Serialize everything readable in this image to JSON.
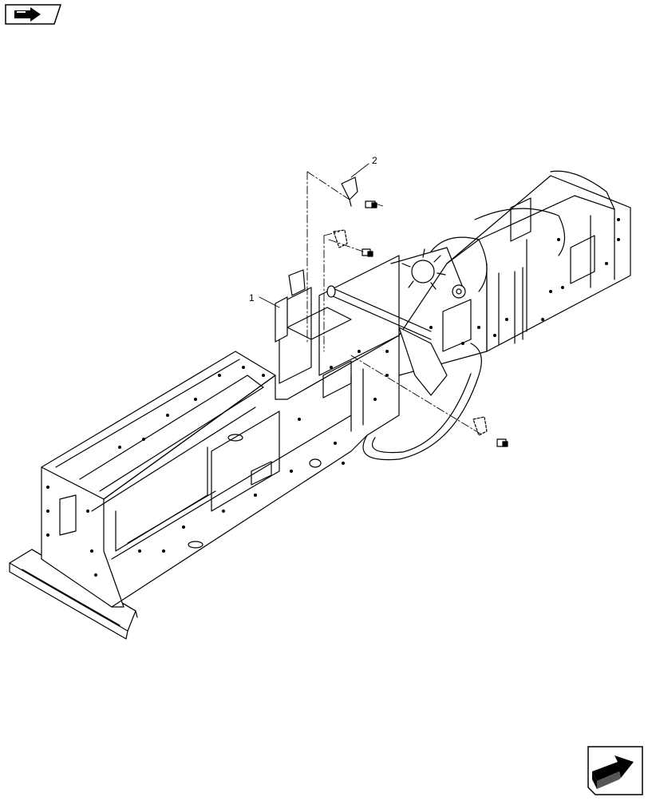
{
  "icons": {
    "top_left": "prev-page-arrow-icon",
    "bottom_right": "next-page-arrow-icon"
  },
  "callouts": [
    {
      "id": "callout-1",
      "label": "1"
    },
    {
      "id": "callout-2",
      "label": "2"
    }
  ],
  "colors": {
    "line": "#000000",
    "background": "#ffffff"
  }
}
